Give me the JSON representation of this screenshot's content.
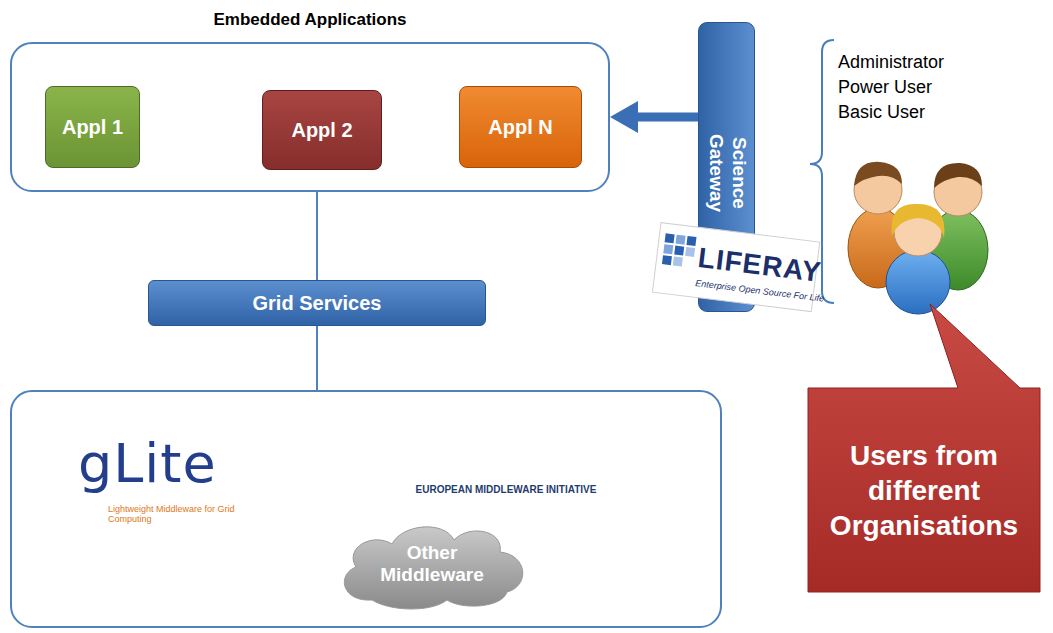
{
  "diagram": {
    "nodes": [
      {
        "text": [
          "Embedded Applications"
        ]
      },
      {
        "text": [
          "Appl 1"
        ],
        "in": 0
      },
      {
        "text": [
          "Appl 2"
        ],
        "in": 0
      },
      {
        "text": [
          "Appl N"
        ],
        "in": 0
      },
      {
        "text": [
          "Grid Services"
        ]
      },
      {
        "text": [
          "gLite",
          "Lightweight Middleware for Grid Computing",
          "EUROPEAN MIDDLEWARE INITIATIVE"
        ]
      },
      {
        "text": [
          "Other Middleware"
        ],
        "in": 5
      },
      {
        "text": [
          "Science Gateway"
        ]
      },
      {
        "text": [
          "Users from different Organisations"
        ]
      }
    ],
    "edges": [
      {
        "from": 7,
        "to": 0,
        "arrow": "to"
      },
      {
        "from": 0,
        "to": 4,
        "arrow": "none"
      },
      {
        "from": 4,
        "to": 5,
        "arrow": "none"
      }
    ],
    "labels": [
      "Administrator",
      "Power User",
      "Basic User",
      "LIFERAY",
      "Enterprise Open Source For Life"
    ]
  }
}
